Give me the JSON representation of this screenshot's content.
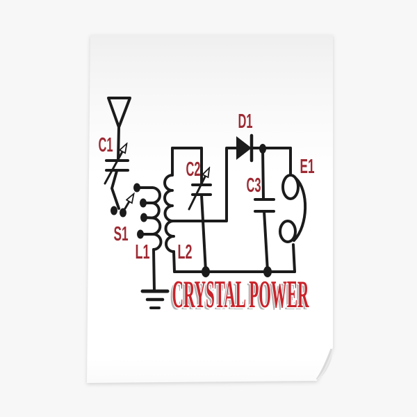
{
  "scene": {
    "background_color": "#f7f7f7",
    "poster_color": "#ffffff"
  },
  "poster": {
    "title_text": "CRYSTAL POWER",
    "title_color": "#c9242b",
    "title_shadow_color": "#9a9a9a",
    "label_color": "#9e2a33",
    "line_color": "#1b1b1b",
    "schematic_labels": {
      "antenna_capacitor": "C1",
      "selector_switch": "S1",
      "primary_coil": "L1",
      "secondary_coil": "L2",
      "tuning_capacitor": "C2",
      "diode": "D1",
      "fixed_capacitor": "C3",
      "earphone": "E1"
    }
  }
}
